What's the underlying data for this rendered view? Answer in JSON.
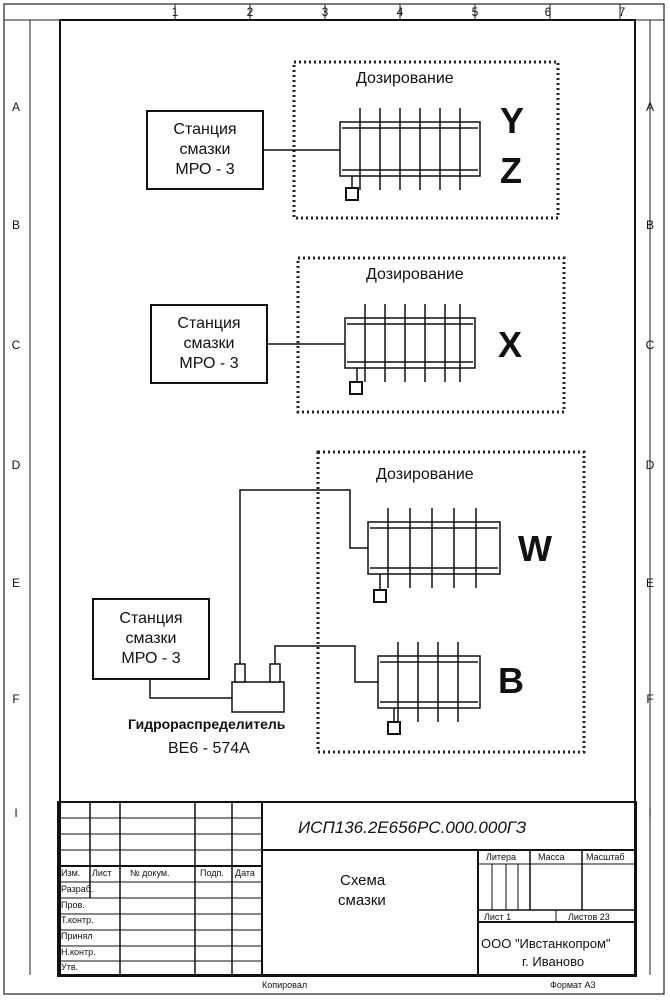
{
  "columns": [
    "1",
    "2",
    "3",
    "4",
    "5",
    "6",
    "7"
  ],
  "rows": [
    "A",
    "B",
    "C",
    "D",
    "E",
    "F",
    "I"
  ],
  "diagram": {
    "stations": [
      {
        "line1": "Станция",
        "line2": "смазки",
        "line3": "МРО - 3"
      },
      {
        "line1": "Станция",
        "line2": "смазки",
        "line3": "МРО - 3"
      },
      {
        "line1": "Станция",
        "line2": "смазки",
        "line3": "МРО - 3"
      }
    ],
    "dosing_groups": [
      {
        "title": "Дозирование",
        "axes": [
          "Y",
          "Z"
        ]
      },
      {
        "title": "Дозирование",
        "axes": [
          "X"
        ]
      },
      {
        "title": "Дозирование",
        "axes": [
          "W",
          "B"
        ]
      }
    ],
    "distributor": {
      "label": "Гидрораспределитель",
      "model": "ВЕ6 - 574А"
    }
  },
  "title_block": {
    "doc_code": "ИСП136.2Е656РС.000.000ГЗ",
    "title_line1": "Схема",
    "title_line2": "смазки",
    "headers": [
      "Изм.",
      "Лист",
      "№ докум.",
      "Подп.",
      "Дата"
    ],
    "roles": [
      "Разраб.",
      "Пров.",
      "Т.контр.",
      "Принял",
      "Н.контр.",
      "Утв."
    ],
    "litera": "Литера",
    "mass": "Масса",
    "scale": "Масштаб",
    "sheet": "Лист",
    "sheet_no": "1",
    "sheets": "Листов",
    "sheets_total": "23",
    "org_line1": "ООО \"Ивстанкопром\"",
    "org_line2": "г. Иваново"
  },
  "footer": {
    "copied": "Копировал",
    "format": "Формат А3"
  }
}
